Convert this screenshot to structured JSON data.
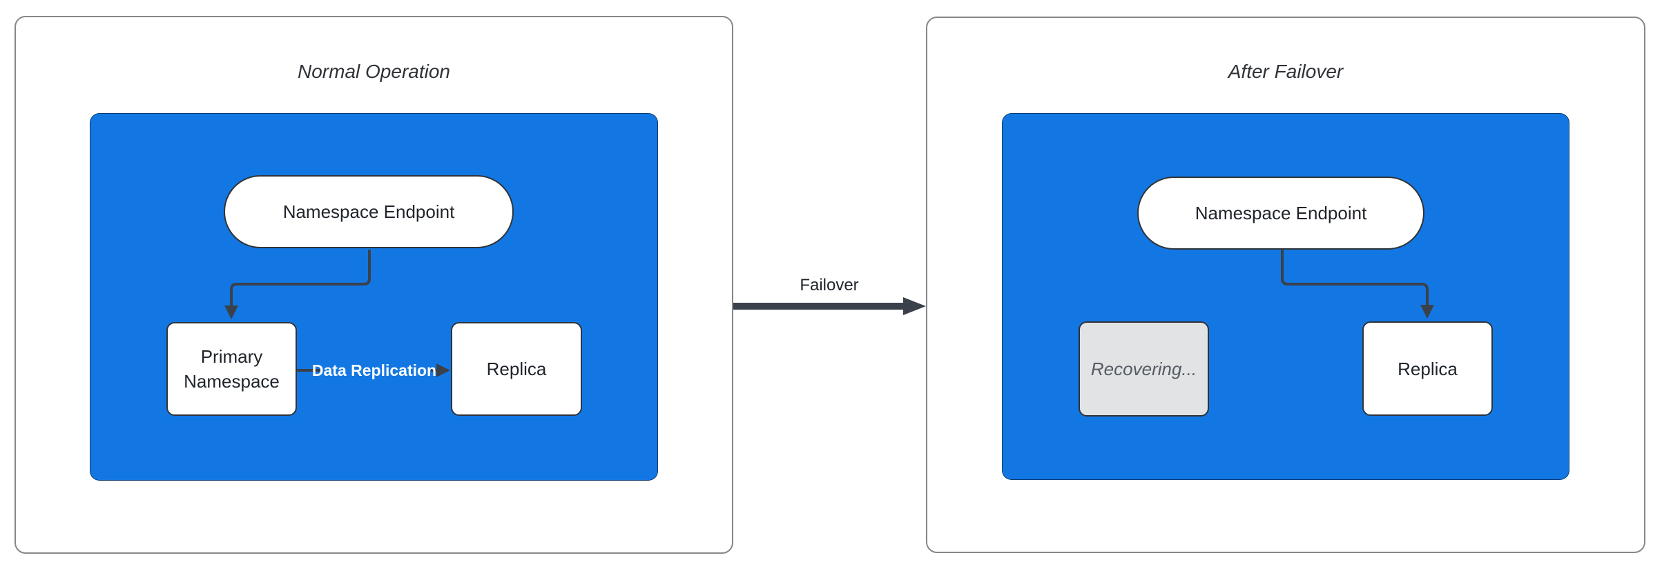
{
  "left_panel": {
    "title": "Normal Operation",
    "endpoint_label": "Namespace Endpoint",
    "primary_label": "Primary Namespace",
    "replica_label": "Replica",
    "replication_edge_label": "Data Replication"
  },
  "transition": {
    "label": "Failover"
  },
  "right_panel": {
    "title": "After Failover",
    "endpoint_label": "Namespace Endpoint",
    "recovering_label": "Recovering...",
    "replica_label": "Replica"
  },
  "colors": {
    "container_fill": "#1377E3",
    "node_fill": "#FFFFFF",
    "node_border": "#2F3337",
    "disabled_fill": "#E2E3E5",
    "disabled_text": "#555B63",
    "edge": "#3A414B",
    "title_text": "#2F3337",
    "node_text": "#1F242B",
    "edge_label_text": "#FFFFFF"
  }
}
